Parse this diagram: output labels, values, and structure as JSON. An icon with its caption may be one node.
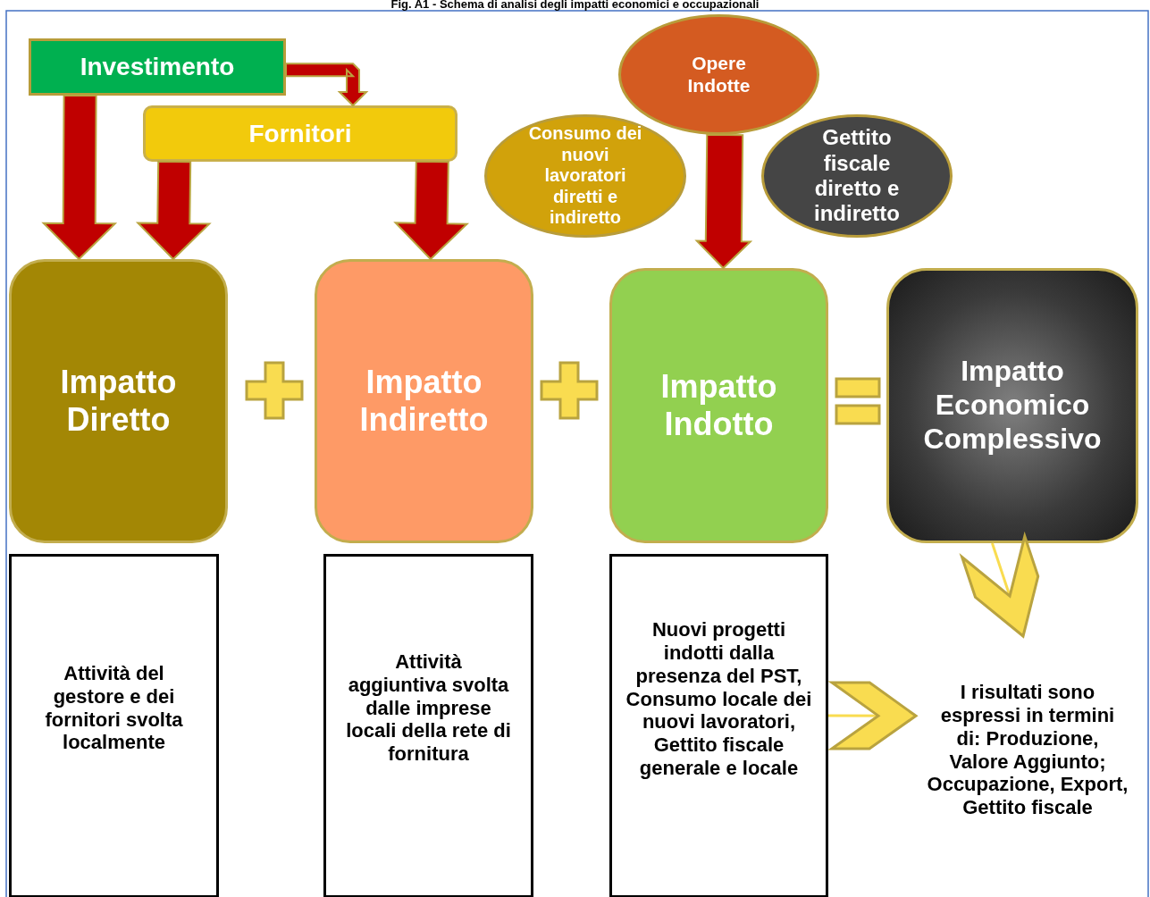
{
  "diagram": {
    "title": "Fig. A1 - Schema di analisi degli impatti economici e occupazionali",
    "nodes": [
      {
        "text": [
          "Investimento"
        ]
      },
      {
        "text": [
          "Fornitori"
        ]
      },
      {
        "text": [
          "Opere Indotte"
        ]
      },
      {
        "text": [
          "Consumo dei nuovi lavoratori diretti e indiretto"
        ]
      },
      {
        "text": [
          "Gettito fiscale diretto e indiretto"
        ]
      },
      {
        "text": [
          "Impatto Diretto"
        ]
      },
      {
        "text": [
          "Impatto Indiretto"
        ]
      },
      {
        "text": [
          "Impatto Indotto"
        ]
      },
      {
        "text": [
          "Impatto Economico Complessivo"
        ]
      },
      {
        "text": [
          "Attività del gestore e dei fornitori svolta localmente"
        ]
      },
      {
        "text": [
          "Attività aggiuntiva svolta dalle imprese locali della rete di fornitura"
        ]
      },
      {
        "text": [
          "Nuovi progetti indotti dalla presenza del PST, Consumo locale dei nuovi lavoratori, Gettito fiscale generale e locale"
        ]
      },
      {
        "text": [
          "I risultati sono espressi in termini di: Produzione, Valore Aggiunto; Occupazione, Export, Gettito fiscale"
        ]
      }
    ],
    "edges": [
      {
        "from": 0,
        "to": 1,
        "arrow": "to",
        "style": "thick"
      },
      {
        "from": 0,
        "to": 5,
        "arrow": "to",
        "style": "thick"
      },
      {
        "from": 1,
        "to": 5,
        "arrow": "to",
        "style": "thick"
      },
      {
        "from": 1,
        "to": 6,
        "arrow": "to",
        "style": "thick"
      },
      {
        "from": 2,
        "to": 7,
        "arrow": "to",
        "style": "thick"
      },
      {
        "from": 8,
        "to": 12,
        "arrow": "to",
        "color": "#f9dc50"
      },
      {
        "from": 11,
        "to": 12,
        "arrow": "to",
        "color": "#f9dc50"
      }
    ]
  }
}
